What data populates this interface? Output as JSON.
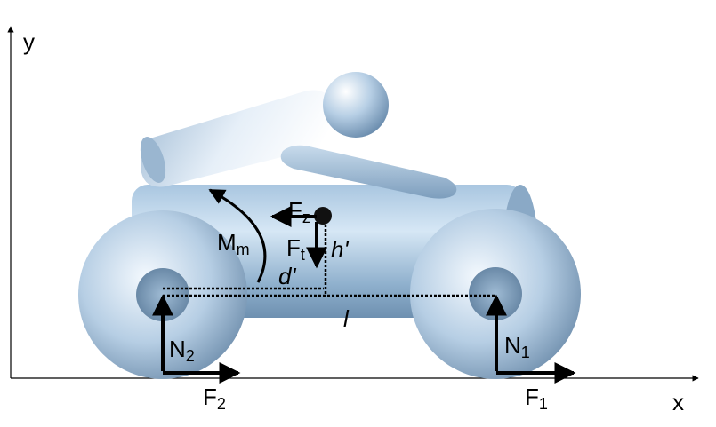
{
  "axes": {
    "x_label": "x",
    "y_label": "y"
  },
  "forces": {
    "F1": {
      "main": "F",
      "sub": "1"
    },
    "F2": {
      "main": "F",
      "sub": "2"
    },
    "N1": {
      "main": "N",
      "sub": "1"
    },
    "N2": {
      "main": "N",
      "sub": "2"
    },
    "Fz": {
      "main": "F",
      "sub": "z"
    },
    "Ft": {
      "main": "F",
      "sub": "t"
    },
    "Mm": {
      "main": "M",
      "sub": "m"
    }
  },
  "dimensions": {
    "h_prime": "h'",
    "d_prime": "d'",
    "l": "l"
  },
  "colors": {
    "body_light": "#dbeaf7",
    "body_mid": "#9dbbd6",
    "body_dark": "#5d7f9f",
    "line": "#000000"
  }
}
